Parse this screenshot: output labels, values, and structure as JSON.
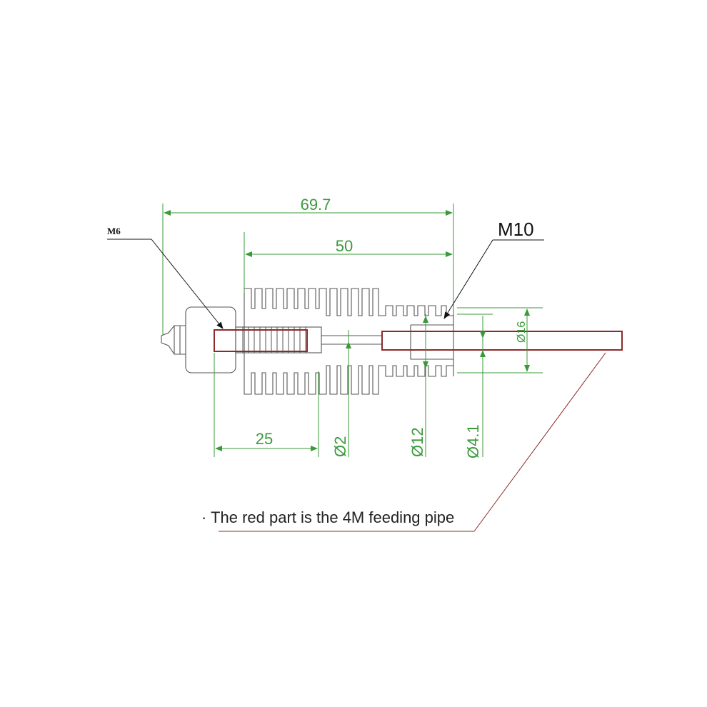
{
  "dimensions": {
    "overall_length": "69.7",
    "heatsink_length": "50",
    "thread_length": "25",
    "bore_diameter": "Ø2",
    "neck_diameter": "Ø12",
    "tube_diameter": "Ø4.1",
    "heatsink_diameter": "Ø16"
  },
  "labels": {
    "m6": "M6",
    "m10": "M10"
  },
  "caption": "· The red part is the 4M feeding pipe",
  "colors": {
    "dimension": "#3a9a3a",
    "feeding_pipe": "#8b2a2a",
    "outline": "#555555"
  }
}
